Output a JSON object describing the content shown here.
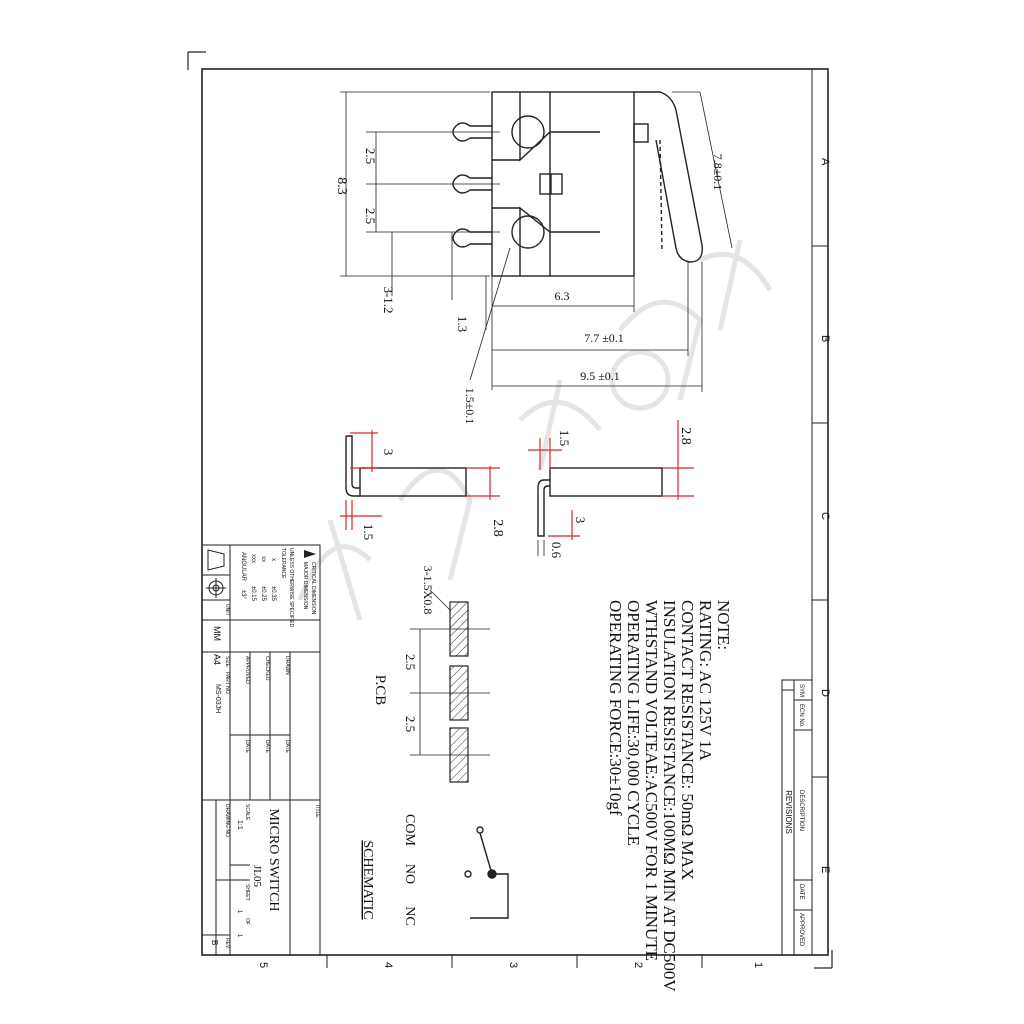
{
  "title_block": {
    "title_label": "TITLE",
    "title": "MICRO SWITCH",
    "part_code": "JL05",
    "part_no_label": "PART NO.",
    "part_no": "MS-03JH",
    "drawn_label": "DRAWN",
    "checked_label": "CHECKED",
    "approved_label": "APPROVED",
    "date_label": "DATE",
    "size_label": "SIZE",
    "size": "A4",
    "unit_label": "UNIT",
    "unit": "MM",
    "scale_label": "SCALE",
    "scale": "1:1",
    "sheet_label": "SHEET",
    "sheet": "1",
    "of_label": "OF",
    "of": "1",
    "rev_label": "REV.",
    "rev": "B",
    "drawing_no_label": "DRAWING NO.",
    "critical": "CRITICAL DIMENSION",
    "major": "MAJOR DIMENSION",
    "unless": "UNLESS OTHERWISE SPECIFIED",
    "tolerance": "TOLERANCE",
    "tol_x_label": "x",
    "tol_x": "±0.35",
    "tol_xx_label": "xx",
    "tol_xx": "±0.25",
    "tol_xxx_label": "xxx",
    "tol_xxx": "±0.15",
    "angular_label": "ANGULAR",
    "angular": "±3°"
  },
  "revisions": {
    "header": "REVISIONS",
    "sym": "SYM",
    "ecn": "ECN No.",
    "description": "DESCRIPTION",
    "date": "DATE",
    "approved": "APPROVED"
  },
  "zones": {
    "letters": [
      "A",
      "B",
      "C",
      "D",
      "E"
    ],
    "numbers": [
      "5",
      "4",
      "3",
      "2",
      "1"
    ]
  },
  "notes": {
    "heading": "NOTE:",
    "lines": [
      "RATING: AC 125V 1A",
      "CONTACT RESISTANCE: 50mΩ MAX",
      "INSULATION RESISTANCE:100MΩ MIN AT DC500V",
      "WTHSTAND VOLTEAE:AC500V FOR 1 MINUTE",
      "OPERATING LIFE:30,000 CYCLE",
      "OPERATING FORCE:30±10gf"
    ]
  },
  "dimensions": {
    "d_8_3": "8.3",
    "d_2_5_a": "2.5",
    "d_2_5_b": "2.5",
    "d_3_1_2": "3-1.2",
    "d_1_3": "1.3",
    "d_6_3": "6.3",
    "d_7_7": "7.7 ±0.1",
    "d_9_5": "9.5 ±0.1",
    "d_1_5_tol": "1.5±0.1",
    "d_7_8": "7.8±0.1",
    "d_3_left": "3",
    "d_1_5_left": "1.5",
    "d_2_8_left": "2.8",
    "d_1_5_right": "1.5",
    "d_2_8_right": "2.8",
    "d_3_right": "3",
    "d_0_6": "0.6",
    "d_slots": "3-1.5X0.8",
    "d_2_5_pcb_a": "2.5",
    "d_2_5_pcb_b": "2.5"
  },
  "pcb": {
    "label": "P.CB"
  },
  "schematic": {
    "label": "SCHEMATIC",
    "com": "COM",
    "no": "NO",
    "nc": "NC"
  },
  "colors": {
    "line": "#222222",
    "dimension_red": "#e0262a",
    "watermark": "#d9d9d9"
  }
}
